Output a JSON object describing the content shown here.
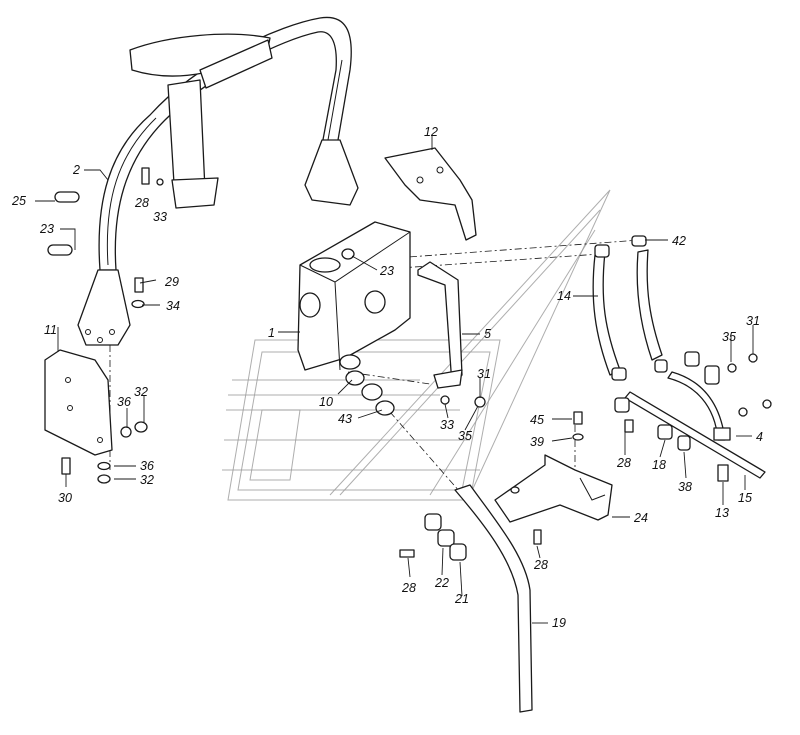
{
  "diagram": {
    "callouts": [
      {
        "id": "c-2",
        "text": "2"
      },
      {
        "id": "c-25",
        "text": "25"
      },
      {
        "id": "c-23a",
        "text": "23"
      },
      {
        "id": "c-28a",
        "text": "28"
      },
      {
        "id": "c-33a",
        "text": "33"
      },
      {
        "id": "c-29",
        "text": "29"
      },
      {
        "id": "c-34",
        "text": "34"
      },
      {
        "id": "c-11",
        "text": "11"
      },
      {
        "id": "c-36a",
        "text": "36"
      },
      {
        "id": "c-32a",
        "text": "32"
      },
      {
        "id": "c-36b",
        "text": "36"
      },
      {
        "id": "c-32b",
        "text": "32"
      },
      {
        "id": "c-30",
        "text": "30"
      },
      {
        "id": "c-12",
        "text": "12"
      },
      {
        "id": "c-23b",
        "text": "23"
      },
      {
        "id": "c-1",
        "text": "1"
      },
      {
        "id": "c-5",
        "text": "5"
      },
      {
        "id": "c-10",
        "text": "10"
      },
      {
        "id": "c-43",
        "text": "43"
      },
      {
        "id": "c-33b",
        "text": "33"
      },
      {
        "id": "c-31a",
        "text": "31"
      },
      {
        "id": "c-35a",
        "text": "35"
      },
      {
        "id": "c-14",
        "text": "14"
      },
      {
        "id": "c-42",
        "text": "42"
      },
      {
        "id": "c-35b",
        "text": "35"
      },
      {
        "id": "c-31b",
        "text": "31"
      },
      {
        "id": "c-45",
        "text": "45"
      },
      {
        "id": "c-39",
        "text": "39"
      },
      {
        "id": "c-4",
        "text": "4"
      },
      {
        "id": "c-28b",
        "text": "28"
      },
      {
        "id": "c-18",
        "text": "18"
      },
      {
        "id": "c-38",
        "text": "38"
      },
      {
        "id": "c-15",
        "text": "15"
      },
      {
        "id": "c-13",
        "text": "13"
      },
      {
        "id": "c-24",
        "text": "24"
      },
      {
        "id": "c-28c",
        "text": "28"
      },
      {
        "id": "c-28d",
        "text": "28"
      },
      {
        "id": "c-22",
        "text": "22"
      },
      {
        "id": "c-21",
        "text": "21"
      },
      {
        "id": "c-19",
        "text": "19"
      }
    ]
  }
}
